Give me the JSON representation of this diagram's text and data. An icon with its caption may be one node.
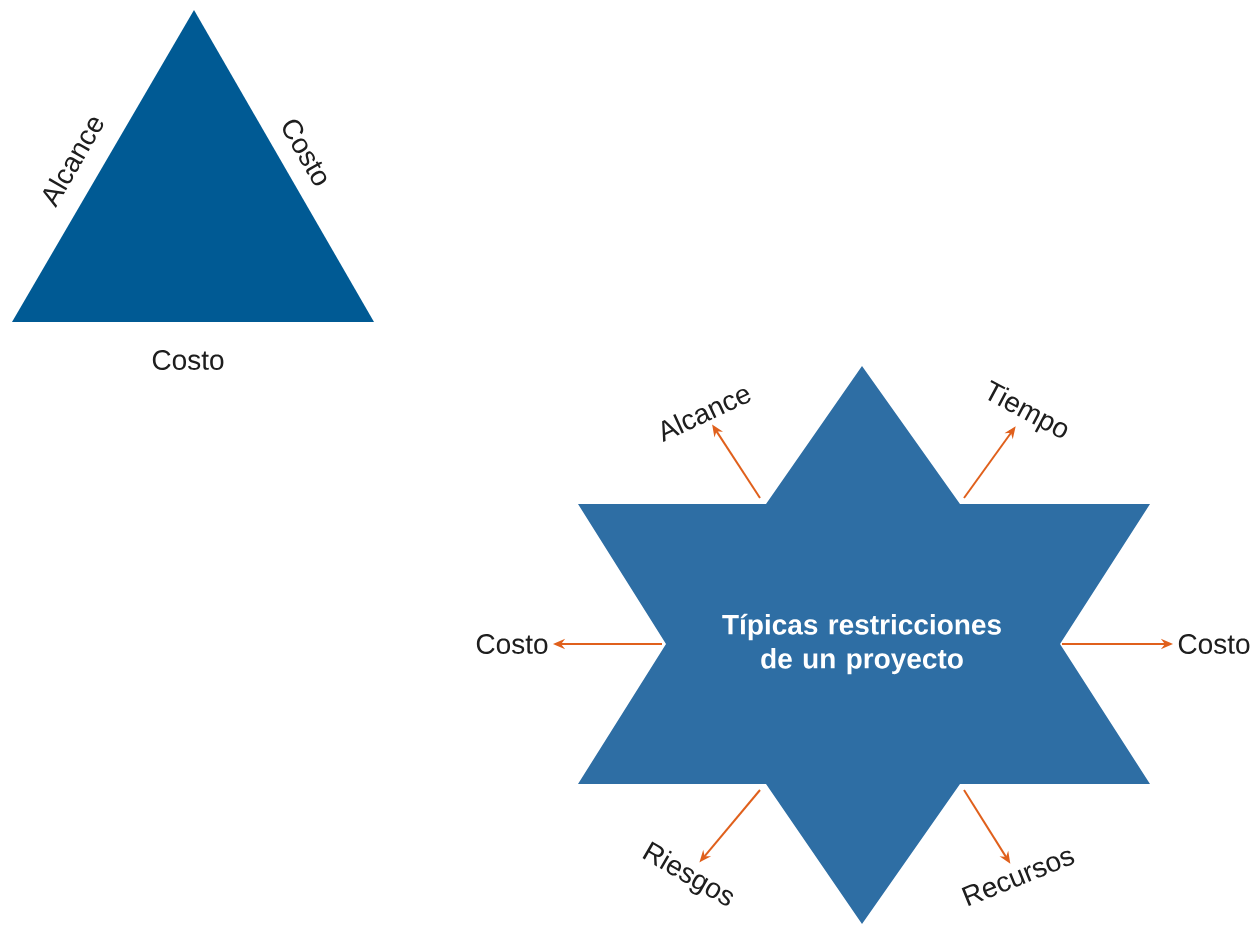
{
  "diagram": {
    "nodes": [
      {
        "text": [],
        "shape": "triangle",
        "beside": [
          "Alcance",
          "Costo",
          "Costo"
        ]
      },
      {
        "text": [
          "Típicas restricciones de un proyecto"
        ]
      },
      {
        "text": [
          "Alcance"
        ]
      },
      {
        "text": [
          "Tiempo"
        ]
      },
      {
        "text": [
          "Costo"
        ]
      },
      {
        "text": [
          "Costo"
        ]
      },
      {
        "text": [
          "Riesgos"
        ]
      },
      {
        "text": [
          "Recursos"
        ]
      }
    ],
    "edges": [
      {
        "from": 1,
        "to": 2,
        "arrow": "to"
      },
      {
        "from": 1,
        "to": 3,
        "arrow": "to"
      },
      {
        "from": 1,
        "to": 4,
        "arrow": "to"
      },
      {
        "from": 1,
        "to": 5,
        "arrow": "to"
      },
      {
        "from": 1,
        "to": 6,
        "arrow": "to"
      },
      {
        "from": 1,
        "to": 7,
        "arrow": "to"
      }
    ]
  }
}
